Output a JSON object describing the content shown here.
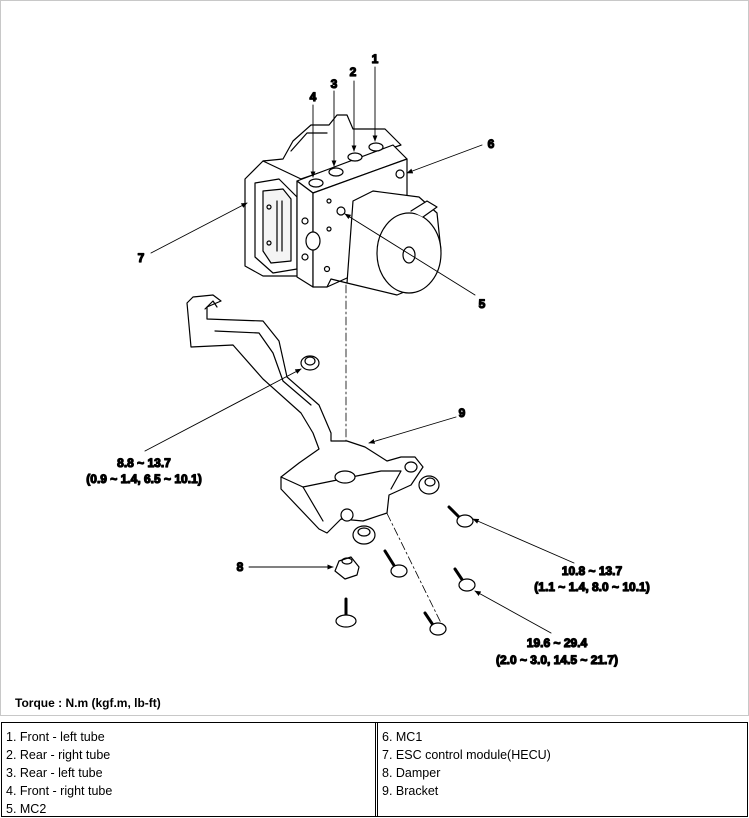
{
  "diagram": {
    "callouts": [
      {
        "id": "1",
        "text": "1"
      },
      {
        "id": "2",
        "text": "2"
      },
      {
        "id": "3",
        "text": "3"
      },
      {
        "id": "4",
        "text": "4"
      },
      {
        "id": "5",
        "text": "5"
      },
      {
        "id": "6",
        "text": "6"
      },
      {
        "id": "7",
        "text": "7"
      },
      {
        "id": "8",
        "text": "8"
      },
      {
        "id": "9",
        "text": "9"
      }
    ],
    "torque_specs": [
      {
        "line1": "8.8 ~ 13.7",
        "line2": "(0.9 ~ 1.4, 6.5 ~ 10.1)"
      },
      {
        "line1": "10.8 ~ 13.7",
        "line2": "(1.1 ~ 1.4, 8.0 ~ 10.1)"
      },
      {
        "line1": "19.6 ~ 29.4",
        "line2": "(2.0 ~ 3.0, 14.5 ~ 21.7)"
      }
    ],
    "torque_title": "Torque : N.m (kgf.m, lb-ft)"
  },
  "legend": {
    "left": [
      "1. Front - left tube",
      "2. Rear - right tube",
      "3. Rear - left tube",
      "4. Front - right tube",
      "5. MC2"
    ],
    "right": [
      "6. MC1",
      "7. ESC control module(HECU)",
      "8. Damper",
      "9. Bracket"
    ]
  }
}
